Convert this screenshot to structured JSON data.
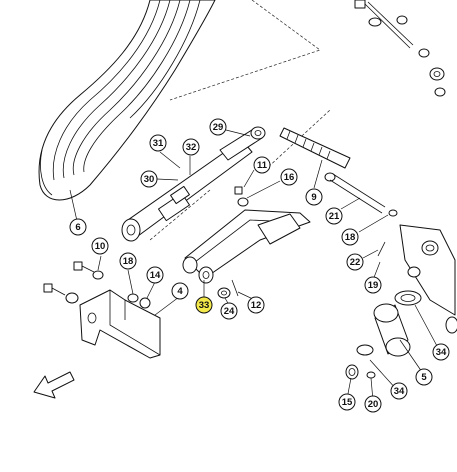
{
  "callouts": [
    {
      "id": "29",
      "highlight": false
    },
    {
      "id": "31",
      "highlight": false
    },
    {
      "id": "32",
      "highlight": false
    },
    {
      "id": "30",
      "highlight": false
    },
    {
      "id": "11",
      "highlight": false
    },
    {
      "id": "16",
      "highlight": false
    },
    {
      "id": "9",
      "highlight": false
    },
    {
      "id": "21",
      "highlight": false
    },
    {
      "id": "18",
      "highlight": false
    },
    {
      "id": "22",
      "highlight": false
    },
    {
      "id": "19",
      "highlight": false
    },
    {
      "id": "6",
      "highlight": false
    },
    {
      "id": "10",
      "highlight": false
    },
    {
      "id": "18",
      "highlight": false
    },
    {
      "id": "14",
      "highlight": false
    },
    {
      "id": "4",
      "highlight": false
    },
    {
      "id": "33",
      "highlight": true
    },
    {
      "id": "24",
      "highlight": false
    },
    {
      "id": "12",
      "highlight": false
    },
    {
      "id": "34",
      "highlight": false
    },
    {
      "id": "5",
      "highlight": false
    },
    {
      "id": "34",
      "highlight": false
    },
    {
      "id": "15",
      "highlight": false
    },
    {
      "id": "20",
      "highlight": false
    }
  ],
  "colors": {
    "highlight": "#f4e94a",
    "line": "#111111"
  },
  "icons": {
    "direction_arrow": "arrow-down-left-icon"
  }
}
